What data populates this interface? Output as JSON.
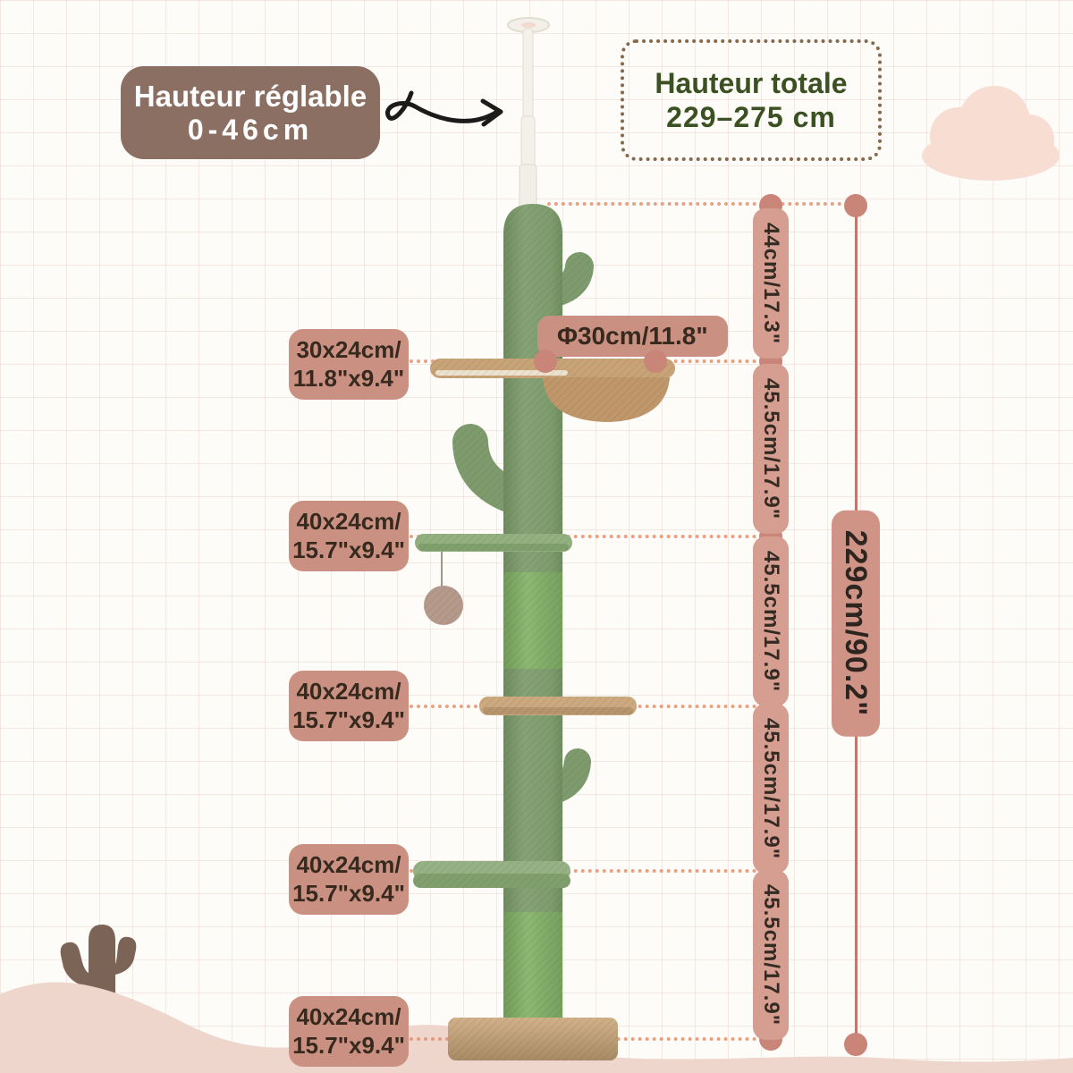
{
  "adjustable_badge": {
    "line1": "Hauteur réglable",
    "line2": "0-46cm"
  },
  "total_height_box": {
    "line1": "Hauteur totale",
    "line2": "229–275 cm"
  },
  "diameter_label": "Φ30cm/11.8\"",
  "platform_labels": [
    {
      "line1": "30x24cm/",
      "line2": "11.8\"x9.4\""
    },
    {
      "line1": "40x24cm/",
      "line2": "15.7\"x9.4\""
    },
    {
      "line1": "40x24cm/",
      "line2": "15.7\"x9.4\""
    },
    {
      "line1": "40x24cm/",
      "line2": "15.7\"x9.4\""
    },
    {
      "line1": "40x24cm/",
      "line2": "15.7\"x9.4\""
    }
  ],
  "measurements": {
    "segments": [
      "44cm/17.3\"",
      "45.5cm/17.9\"",
      "45.5cm/17.9\"",
      "45.5cm/17.9\"",
      "45.5cm/17.9\""
    ],
    "total": "229cm/90.2\""
  },
  "colors": {
    "badge_brown": "#8a6f62",
    "label_clay": "#ca9182",
    "measure_pink": "#d59e90",
    "measure_line": "#c0786a",
    "dotted_line": "#e29272",
    "green_text": "#3b5122",
    "cactus_green": "#7e9b6d",
    "sisal_green": "#82aa68",
    "platform_tan": "#c9a378",
    "cloud_pink": "#f8ddd2",
    "wave_pink": "#eed6cc",
    "desert_cactus_brown": "#7b6356"
  }
}
